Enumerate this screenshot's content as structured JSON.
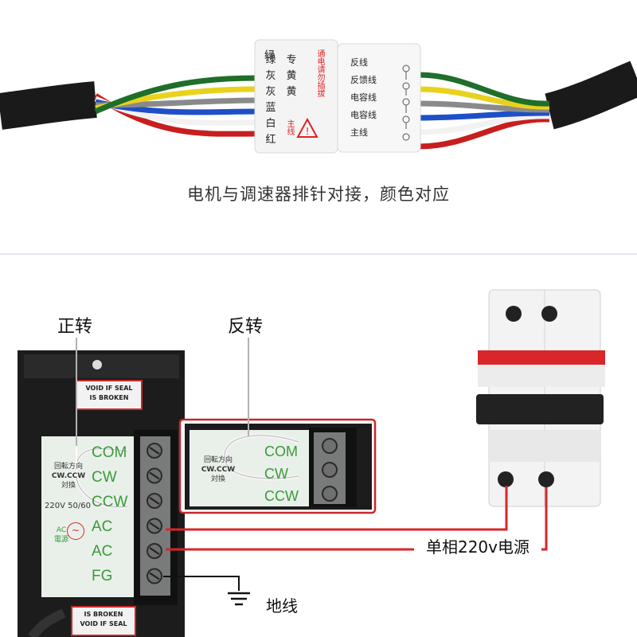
{
  "connector": {
    "left_labels": [
      "红",
      "白",
      "蓝",
      "灰",
      "灰",
      "绿"
    ],
    "right_labels": [
      "黄",
      "黄",
      "专"
    ],
    "main_mark": "主线",
    "warning": "通电请勿插拔",
    "pin_labels": [
      "反线",
      "反馈线",
      "电容线",
      "电容线",
      "主线"
    ],
    "wire_colors": [
      "#c81e1e",
      "#f2f2f2",
      "#1f4fc8",
      "#8a8a8a",
      "#e8d21e",
      "#1f6e2a"
    ]
  },
  "caption": "电机与调速器排针对接，颜色对应",
  "labels": {
    "forward": "正转",
    "reverse": "反转",
    "power": "单相220v电源",
    "ground": "地线"
  },
  "controller": {
    "seal_top": [
      "VOID IF SEAL",
      "IS BROKEN"
    ],
    "seal_bottom": [
      "IS BROKEN",
      "VOID IF SEAL"
    ],
    "dir_label": [
      "回転方向",
      "CW.CCW",
      "対換"
    ],
    "terminals": [
      "COM",
      "CW",
      "CCW",
      "AC",
      "AC",
      "FG"
    ],
    "voltage": "220V 50/60",
    "ac_label": [
      "AC",
      "電源"
    ]
  },
  "inset": {
    "dir_label": [
      "回転方向",
      "CW.CCW",
      "対換"
    ],
    "terminals": [
      "COM",
      "CW",
      "CCW"
    ]
  },
  "colors": {
    "wire_red": "#d8262a",
    "inset_border": "#c8282a",
    "terminal_green": "#3a9a3a"
  }
}
